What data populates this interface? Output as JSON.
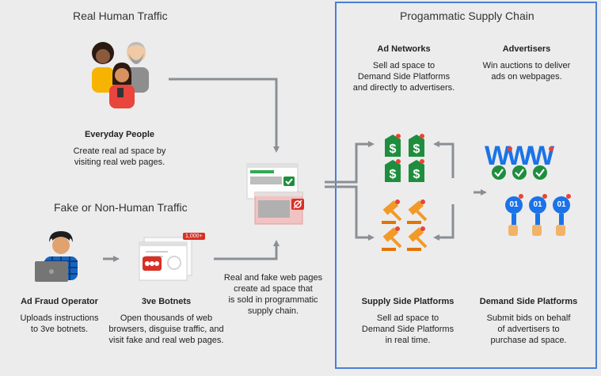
{
  "left_title_real": "Real Human Traffic",
  "left_title_fake": "Fake or Non-Human Traffic",
  "right_title": "Progammatic Supply Chain",
  "everyday": {
    "title": "Everyday People",
    "desc": [
      "Create real ad space by",
      "visiting real web pages."
    ]
  },
  "operator": {
    "title": "Ad Fraud Operator",
    "desc": [
      "Uploads instructions",
      "to 3ve botnets."
    ]
  },
  "botnets": {
    "title": "3ve Botnets",
    "desc": [
      "Open thousands of web",
      "browsers, disguise traffic, and",
      "visit fake and real web pages."
    ],
    "badge": "1,000+"
  },
  "pages": {
    "desc": [
      "Real and fake web pages",
      "create ad space that",
      "is sold in programmatic",
      "supply chain."
    ]
  },
  "ad_networks": {
    "title": "Ad Networks",
    "desc": [
      "Sell ad space to",
      "Demand Side Platforms",
      "and directly to advertisers."
    ]
  },
  "advertisers": {
    "title": "Advertisers",
    "desc": [
      "Win auctions to deliver",
      "ads on webpages."
    ],
    "logo_letter": "W"
  },
  "ssp": {
    "title": "Supply Side Platforms",
    "desc": [
      "Sell ad space to",
      "Demand Side Platforms",
      "in real time."
    ]
  },
  "dsp": {
    "title": "Demand Side Platforms",
    "desc": [
      "Submit bids on behalf",
      "of advertisers to",
      "purchase ad space."
    ],
    "badge": "01"
  },
  "colors": {
    "border_blue": "#4a7fd6",
    "arrow_gray": "#8a8f96",
    "money_green": "#1e8e3e",
    "gavel_orange": "#f29a27",
    "badge_red": "#ea4335",
    "dsp_blue": "#1a73e8"
  },
  "icons": [
    "people-icon",
    "operator-icon",
    "botnet-icon",
    "web-pages-icon",
    "dollar-tag-icon",
    "gavel-icon",
    "advertiser-logo-icon",
    "dsp-bid-icon"
  ]
}
